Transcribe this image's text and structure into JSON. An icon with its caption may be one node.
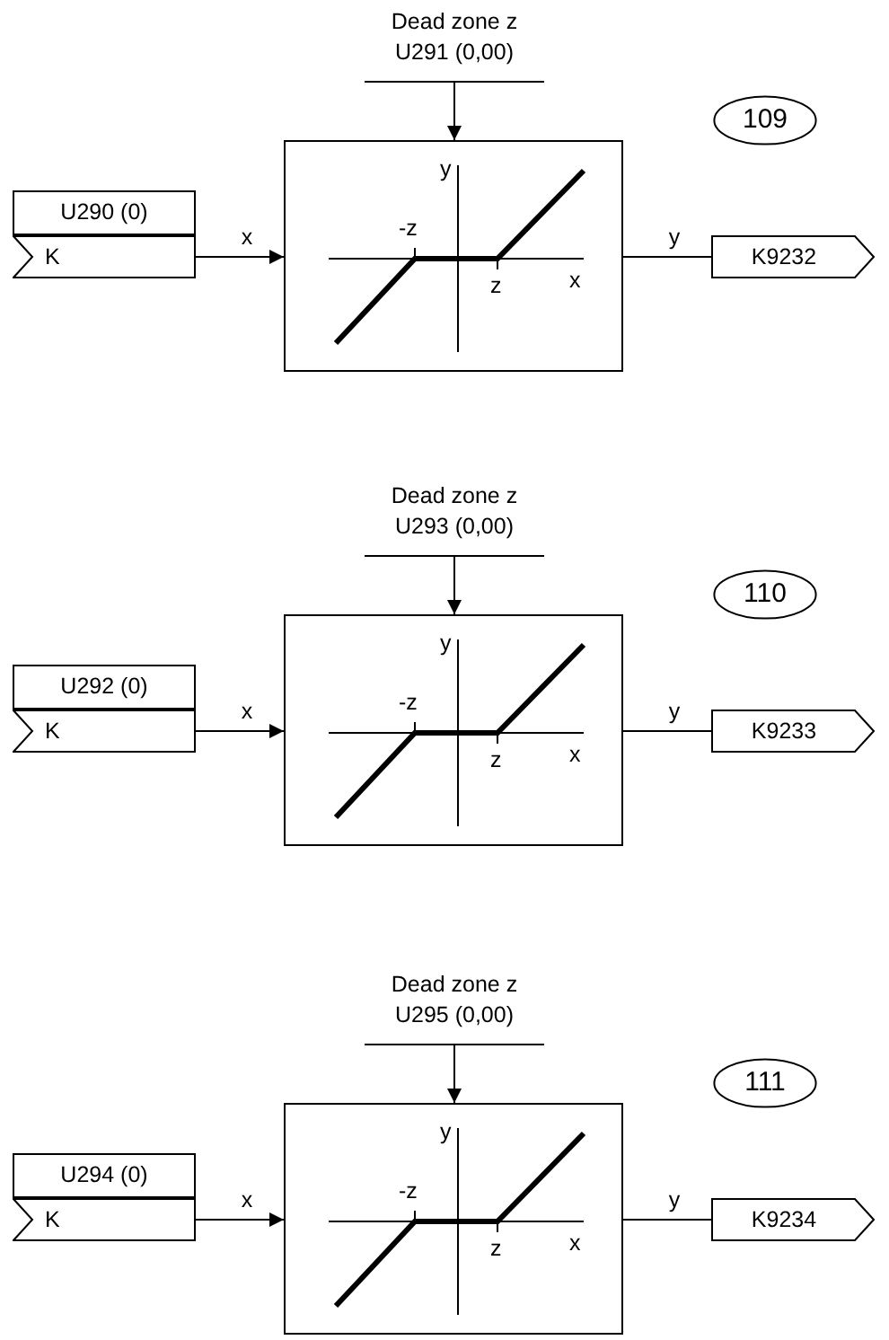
{
  "diagram": {
    "nodes": [
      {
        "text": [
          "Dead zone z",
          "U291 (0,00)"
        ]
      },
      {
        "text": [
          "109"
        ]
      },
      {
        "text": [
          "U290 (0)",
          "K"
        ]
      },
      {
        "text": [
          "y",
          "-z",
          "z",
          "x"
        ]
      },
      {
        "text": [
          "K9232"
        ]
      },
      {
        "text": [
          "Dead zone z",
          "U293 (0,00)"
        ]
      },
      {
        "text": [
          "110"
        ]
      },
      {
        "text": [
          "U292 (0)",
          "K"
        ]
      },
      {
        "text": [
          "y",
          "-z",
          "z",
          "x"
        ]
      },
      {
        "text": [
          "K9233"
        ]
      },
      {
        "text": [
          "Dead zone z",
          "U295 (0,00)"
        ]
      },
      {
        "text": [
          "111"
        ]
      },
      {
        "text": [
          "U294 (0)",
          "K"
        ]
      },
      {
        "text": [
          "y",
          "-z",
          "z",
          "x"
        ]
      },
      {
        "text": [
          "K9234"
        ]
      }
    ],
    "edges": [
      {
        "from": 0,
        "to": 3,
        "arrow": "to"
      },
      {
        "from": 2,
        "to": 3,
        "label": "x",
        "arrow": "to"
      },
      {
        "from": 3,
        "to": 4,
        "label": "y",
        "arrow": "none"
      },
      {
        "from": 5,
        "to": 8,
        "arrow": "to"
      },
      {
        "from": 7,
        "to": 8,
        "label": "x",
        "arrow": "to"
      },
      {
        "from": 8,
        "to": 9,
        "label": "y",
        "arrow": "none"
      },
      {
        "from": 10,
        "to": 13,
        "arrow": "to"
      },
      {
        "from": 12,
        "to": 13,
        "label": "x",
        "arrow": "to"
      },
      {
        "from": 13,
        "to": 14,
        "label": "y",
        "arrow": "none"
      }
    ]
  }
}
